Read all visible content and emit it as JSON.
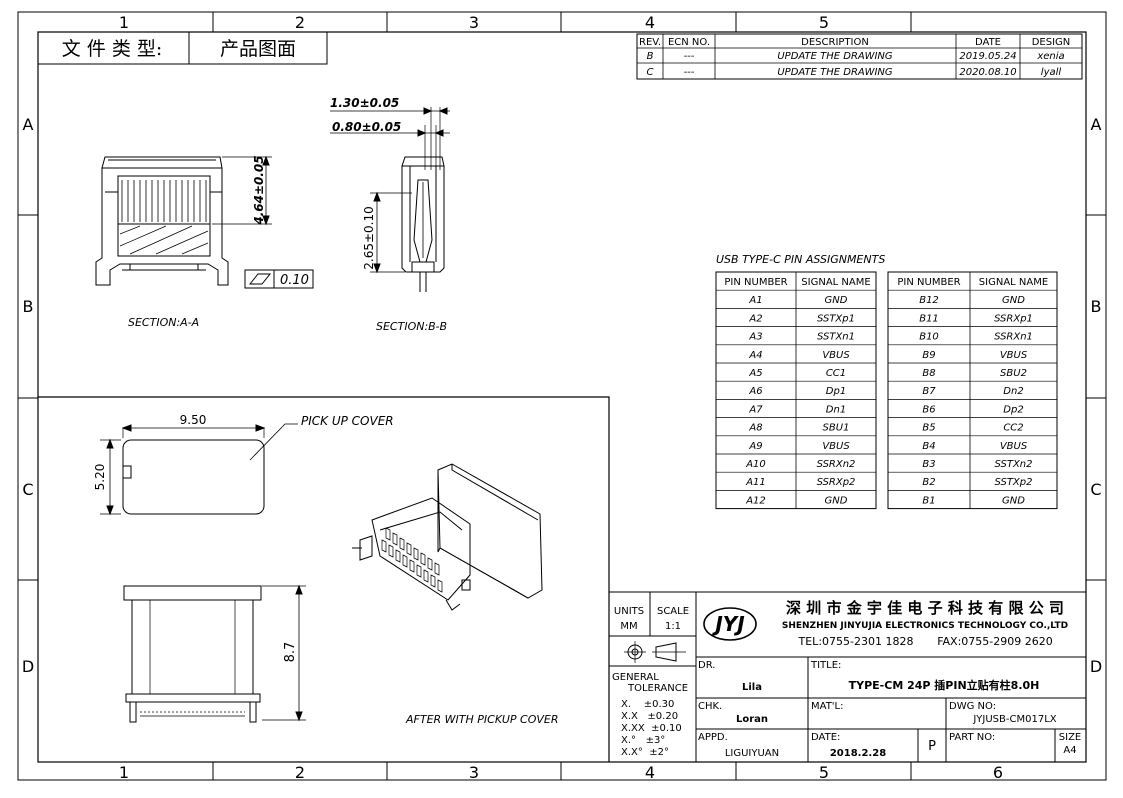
{
  "header": {
    "doc_type_label": "文 件 类 型:",
    "doc_type_value": "产品图面"
  },
  "border": {
    "columns": [
      "1",
      "2",
      "3",
      "4",
      "5",
      "6"
    ],
    "rows": [
      "A",
      "B",
      "C",
      "D"
    ]
  },
  "revision_table": {
    "headers": [
      "REV.",
      "ECN NO.",
      "DESCRIPTION",
      "DATE",
      "DESIGN"
    ],
    "rows": [
      [
        "B",
        "---",
        "UPDATE THE DRAWING",
        "2019.05.24",
        "xenia"
      ],
      [
        "C",
        "---",
        "UPDATE THE DRAWING",
        "2020.08.10",
        "lyall"
      ]
    ]
  },
  "section_views": {
    "dim_width_a": "1.30±0.05",
    "dim_width_b": "0.80±0.05",
    "dim_height_a": "4.64±0.05",
    "dim_height_b": "2.65±0.10",
    "flatness_value": "0.10",
    "label_aa": "SECTION:A-A",
    "label_bb": "SECTION:B-B"
  },
  "pin_table": {
    "title": "USB TYPE-C PIN ASSIGNMENTS",
    "headers": [
      "PIN NUMBER",
      "SIGNAL NAME"
    ],
    "left": [
      [
        "A1",
        "GND"
      ],
      [
        "A2",
        "SSTXp1"
      ],
      [
        "A3",
        "SSTXn1"
      ],
      [
        "A4",
        "VBUS"
      ],
      [
        "A5",
        "CC1"
      ],
      [
        "A6",
        "Dp1"
      ],
      [
        "A7",
        "Dn1"
      ],
      [
        "A8",
        "SBU1"
      ],
      [
        "A9",
        "VBUS"
      ],
      [
        "A10",
        "SSRXn2"
      ],
      [
        "A11",
        "SSRXp2"
      ],
      [
        "A12",
        "GND"
      ]
    ],
    "right": [
      [
        "B12",
        "GND"
      ],
      [
        "B11",
        "SSRXp1"
      ],
      [
        "B10",
        "SSRXn1"
      ],
      [
        "B9",
        "VBUS"
      ],
      [
        "B8",
        "SBU2"
      ],
      [
        "B7",
        "Dn2"
      ],
      [
        "B6",
        "Dp2"
      ],
      [
        "B5",
        "CC2"
      ],
      [
        "B4",
        "VBUS"
      ],
      [
        "B3",
        "SSTXn2"
      ],
      [
        "B2",
        "SSTXp2"
      ],
      [
        "B1",
        "GND"
      ]
    ]
  },
  "lower_views": {
    "cover_width": "9.50",
    "cover_height": "5.20",
    "cover_label": "PICK UP COVER",
    "total_height": "8.7",
    "side_caption": "AFTER WITH PICKUP COVER"
  },
  "title_block": {
    "units_label": "UNITS",
    "units_value": "MM",
    "scale_label": "SCALE",
    "scale_value": "1:1",
    "general_label": "GENERAL",
    "tolerance_label": "TOLERANCE",
    "tolerances": [
      "X.    ±0.30",
      "X.X   ±0.20",
      "X.XX  ±0.10",
      "X.°   ±3°",
      "X.X°  ±2°"
    ],
    "logo_text": "JYJ",
    "company_cn": "深 圳 市 金 宇 佳 电 子 科 技 有 限 公 司",
    "company_en": "SHENZHEN JINYUJIA ELECTRONICS TECHNOLOGY CO.,LTD",
    "tel": "TEL:0755-2301 1828",
    "fax": "FAX:0755-2909 2620",
    "dr_label": "DR.",
    "dr_value": "Lila",
    "chk_label": "CHK.",
    "chk_value": "Loran",
    "appd_label": "APPD.",
    "appd_value": "LIGUIYUAN",
    "title_label": "TITLE:",
    "title_value": "TYPE-CM 24P 插PIN立贴有柱8.0H",
    "matl_label": "MAT'L:",
    "date_label": "DATE:",
    "date_value": "2018.2.28",
    "p_mark": "P",
    "dwg_label": "DWG NO:",
    "dwg_value": "JYJUSB-CM017LX",
    "part_label": "PART NO:",
    "size_label": "SIZE",
    "size_value": "A4"
  }
}
